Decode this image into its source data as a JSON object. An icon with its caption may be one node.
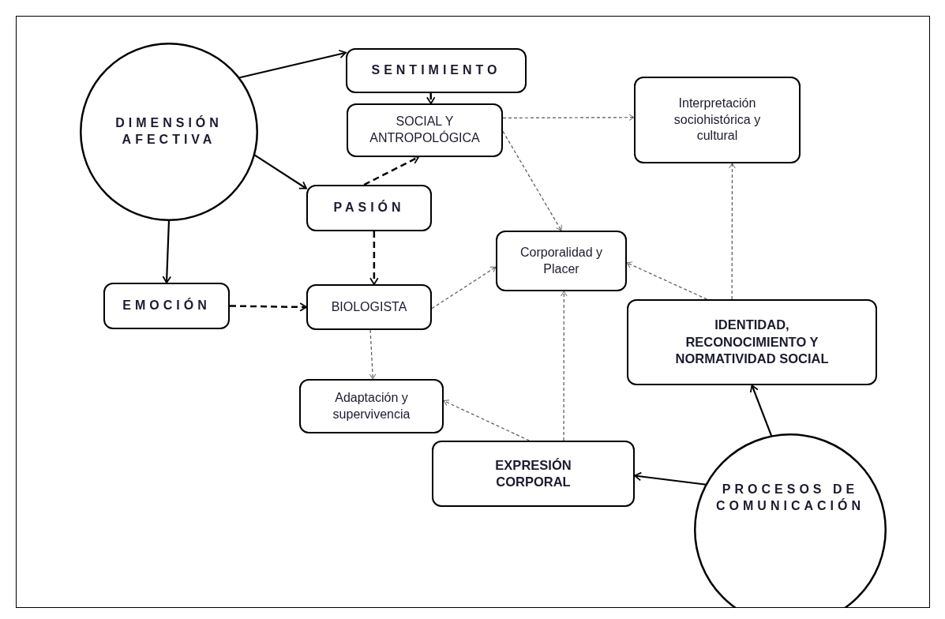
{
  "diagram": {
    "nodes": [
      {
        "text": [
          "DIMENSIÓN AFECTIVA"
        ]
      },
      {
        "text": [
          "SENTIMIENTO"
        ]
      },
      {
        "text": [
          "SOCIAL Y ANTROPOLÓGICA"
        ]
      },
      {
        "text": [
          "Interpretación sociohistórica y cultural"
        ]
      },
      {
        "text": [
          "PASIÓN"
        ]
      },
      {
        "text": [
          "Corporalidad y Placer"
        ]
      },
      {
        "text": [
          "EMOCIÓN"
        ]
      },
      {
        "text": [
          "BIOLOGISTA"
        ]
      },
      {
        "text": [
          "IDENTIDAD, RECONOCIMIENTO Y NORMATIVIDAD SOCIAL"
        ]
      },
      {
        "text": [
          "Adaptación y supervivencia"
        ]
      },
      {
        "text": [
          "EXPRESIÓN CORPORAL"
        ]
      },
      {
        "text": [
          "PROCESOS DE COMUNICACIÓN"
        ]
      }
    ],
    "edges": [
      {
        "from": 0,
        "to": 1,
        "arrow": "to"
      },
      {
        "from": 0,
        "to": 4,
        "arrow": "to"
      },
      {
        "from": 0,
        "to": 6,
        "arrow": "to"
      },
      {
        "from": 1,
        "to": 2,
        "arrow": "to",
        "style": "dashed"
      },
      {
        "from": 4,
        "to": 2,
        "arrow": "to",
        "style": "dashed"
      },
      {
        "from": 4,
        "to": 7,
        "arrow": "to",
        "style": "dashed"
      },
      {
        "from": 6,
        "to": 7,
        "arrow": "to",
        "style": "dashed"
      },
      {
        "from": 2,
        "to": 3,
        "arrow": "to",
        "style": "dashed",
        "color": "#555555"
      },
      {
        "from": 2,
        "to": 5,
        "arrow": "to",
        "style": "dashed",
        "color": "#555555"
      },
      {
        "from": 7,
        "to": 5,
        "arrow": "to",
        "style": "dashed",
        "color": "#555555"
      },
      {
        "from": 7,
        "to": 9,
        "arrow": "to",
        "style": "dashed",
        "color": "#555555"
      },
      {
        "from": 10,
        "to": 9,
        "arrow": "to",
        "style": "dashed",
        "color": "#555555"
      },
      {
        "from": 10,
        "to": 5,
        "arrow": "to",
        "style": "dashed",
        "color": "#555555"
      },
      {
        "from": 8,
        "to": 5,
        "arrow": "to",
        "style": "dashed",
        "color": "#555555"
      },
      {
        "from": 8,
        "to": 3,
        "arrow": "to",
        "style": "dashed",
        "color": "#555555"
      },
      {
        "from": 11,
        "to": 10,
        "arrow": "to"
      },
      {
        "from": 11,
        "to": 8,
        "arrow": "to"
      }
    ]
  }
}
